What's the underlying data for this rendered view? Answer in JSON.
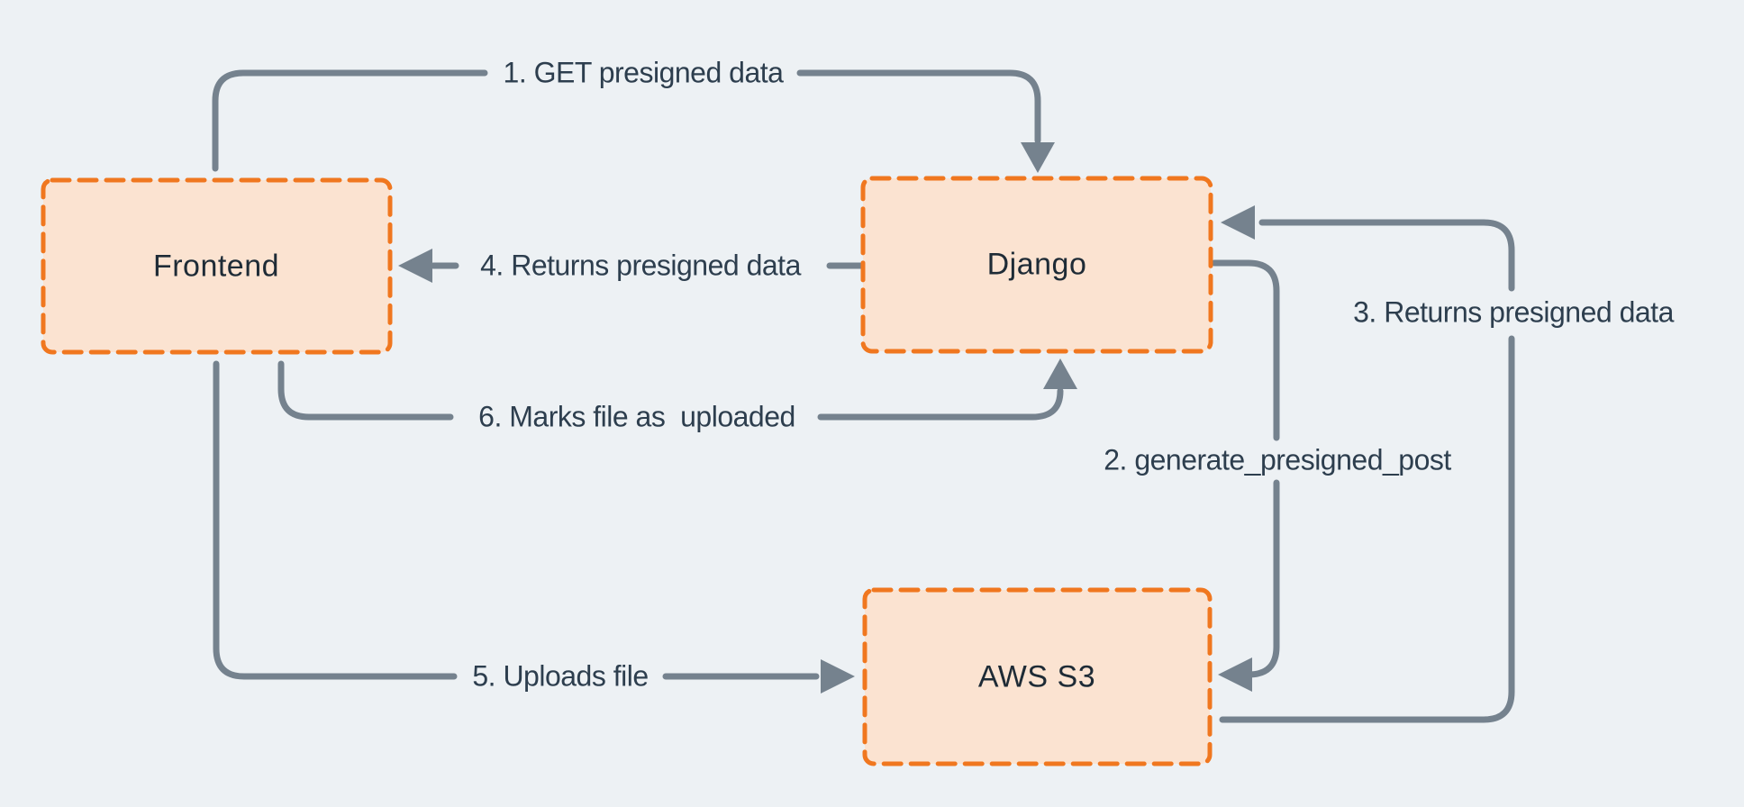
{
  "diagram": {
    "nodes": [
      {
        "id": "frontend",
        "label": "Frontend"
      },
      {
        "id": "django",
        "label": "Django"
      },
      {
        "id": "aws-s3",
        "label": "AWS S3"
      }
    ],
    "edges": [
      {
        "id": "1",
        "label": "1. GET presigned data",
        "from": "frontend",
        "to": "django"
      },
      {
        "id": "2",
        "label": "2. generate_presigned_post",
        "from": "django",
        "to": "aws-s3"
      },
      {
        "id": "3",
        "label": "3. Returns presigned data",
        "from": "aws-s3",
        "to": "django"
      },
      {
        "id": "4",
        "label": "4. Returns presigned data",
        "from": "django",
        "to": "frontend"
      },
      {
        "id": "5",
        "label": "5. Uploads file",
        "from": "frontend",
        "to": "aws-s3"
      },
      {
        "id": "6",
        "label": "6. Marks file as  uploaded",
        "from": "frontend",
        "to": "django"
      }
    ],
    "colors": {
      "background": "#edf1f4",
      "node_fill": "#fbe3d1",
      "node_border": "#f0771f",
      "connector": "#75828e",
      "edge_text": "#2d3e4e",
      "node_text": "#1e2b36"
    }
  }
}
